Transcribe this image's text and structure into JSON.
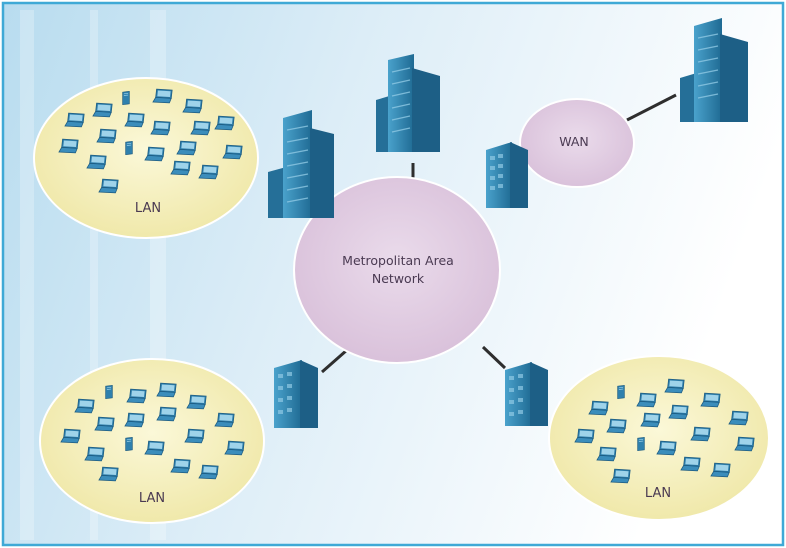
{
  "diagram": {
    "lan_top_left": {
      "label": "LAN"
    },
    "lan_bottom_left": {
      "label": "LAN"
    },
    "lan_bottom_right": {
      "label": "LAN"
    },
    "man": {
      "label_line1": "Metropolitan Area",
      "label_line2": "Network"
    },
    "wan": {
      "label": "WAN"
    }
  },
  "colors": {
    "frame": "#3fa9d6",
    "lan_fill": "#f6f1bf",
    "network_fill": "#e3cfe4",
    "building": "#2f7fa8",
    "building_dark": "#1d5f86",
    "link": "#2e2e2e"
  },
  "icons": [
    "laptop-icon",
    "desktop-pc-icon",
    "office-building-icon"
  ]
}
